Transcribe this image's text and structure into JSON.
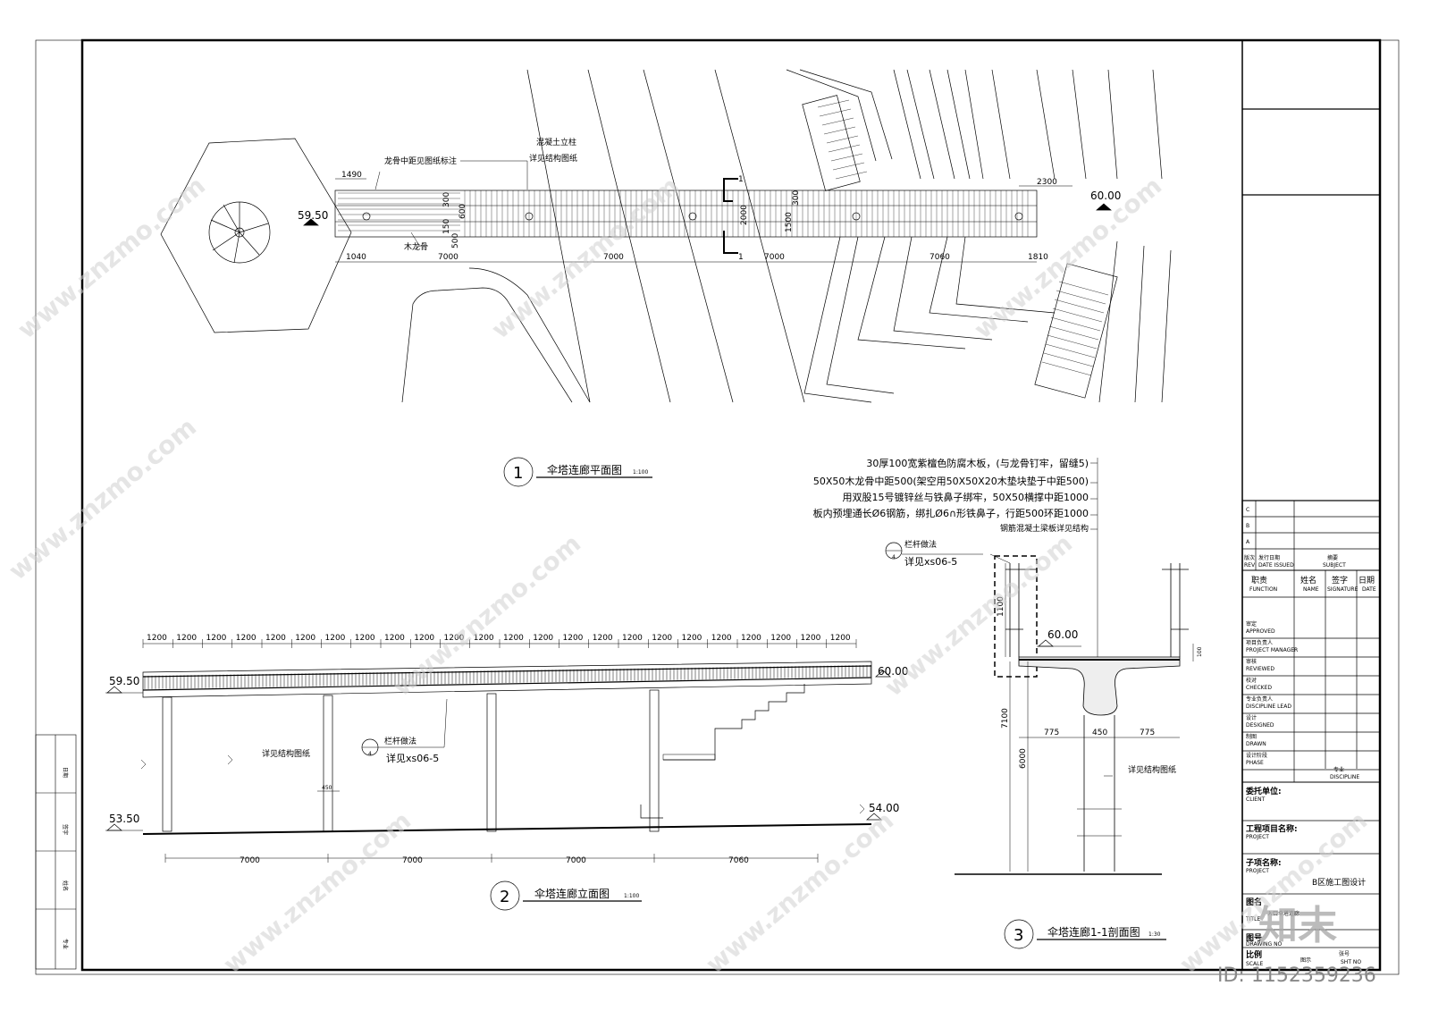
{
  "plan": {
    "label_keel": "龙骨中距见图纸标注",
    "label_column": "混凝土立柱",
    "label_column2": "详见结构图纸",
    "label_wood_keel": "木龙骨",
    "elev_left": "59.50",
    "elev_right": "60.00",
    "dims_top": [
      "1490",
      "2300"
    ],
    "dims_bottom": [
      "1040",
      "7000",
      "7000",
      "7000",
      "7060",
      "1810"
    ],
    "dims_vertical": [
      "2000",
      "1500",
      "300",
      "600",
      "150",
      "500",
      "300"
    ],
    "section_mark": "1",
    "title_no": "1",
    "title": "伞塔连廊平面图",
    "scale": "1:100"
  },
  "elevation": {
    "top_dims": [
      "1200",
      "1200",
      "1200",
      "1200",
      "1200",
      "1200",
      "1200",
      "1200",
      "1200",
      "1200",
      "1200",
      "1200",
      "1200",
      "1200",
      "1200",
      "1200",
      "1200",
      "1200",
      "1200",
      "1200",
      "1200",
      "1200",
      "1200",
      "1200",
      "1200"
    ],
    "elev_top_left": "59.50",
    "elev_top_right": "60.00",
    "elev_bottom_left": "53.50",
    "elev_bottom_right": "54.00",
    "label_struct": "详见结构图纸",
    "label_rail": "栏杆做法",
    "label_rail_ref": "详见xs06-5",
    "detail_no": "4",
    "dim_450": "450",
    "bottom_dims": [
      "7000",
      "7000",
      "7000",
      "7060"
    ],
    "title_no": "2",
    "title": "伞塔连廊立面图",
    "scale": "1:100"
  },
  "section": {
    "notes": [
      "30厚100宽紫檀色防腐木板，(与龙骨钉牢，留缝5)",
      "50X50木龙骨中距500(架空用50X50X20木垫块垫于中距500)",
      "用双股15号镀锌丝与铁鼻子绑牢，50X50横撑中距1000",
      "板内预埋通长Ø6钢筋，绑扎Ø6∩形铁鼻子，行距500环距1000",
      "钢筋混凝土梁板详见结构"
    ],
    "detail_no": "4",
    "label_rail": "栏杆做法",
    "label_rail_ref": "详见xs06-5",
    "elev": "60.00",
    "dims": [
      "1100",
      "100",
      "7100",
      "6000",
      "775",
      "450",
      "775"
    ],
    "label_struct": "详见结构图纸",
    "title_no": "3",
    "title": "伞塔连廊1-1剖面图",
    "scale": "1:30"
  },
  "titleblock": {
    "rev_rows": [
      "C",
      "B",
      "A"
    ],
    "rev_header": [
      "版次",
      "REV",
      "发行日期",
      "DATE ISSUED",
      "摘要",
      "SUBJECT"
    ],
    "duty_header": [
      "职责",
      "FUNCTION",
      "姓名",
      "NAME",
      "签字",
      "SIGNATURE",
      "日期",
      "DATE"
    ],
    "roles": [
      {
        "cn": "审定",
        "en": "APPROVED"
      },
      {
        "cn": "项目负责人",
        "en": "PROJECT MANAGER"
      },
      {
        "cn": "审核",
        "en": "REVIEWED"
      },
      {
        "cn": "校对",
        "en": "CHECKED"
      },
      {
        "cn": "专业负责人",
        "en": "DISCIPLINE LEAD"
      },
      {
        "cn": "设计",
        "en": "DESIGNED"
      },
      {
        "cn": "制图",
        "en": "DRAWN"
      },
      {
        "cn": "设计阶段",
        "en": "PHASE"
      }
    ],
    "discipline_cn": "专业",
    "discipline_en": "DISCIPLINE",
    "client_cn": "委托单位:",
    "client_en": "CLIENT",
    "project_cn": "工程项目名称:",
    "project_en": "PROJECT",
    "subproject_cn": "子项名称:",
    "subproject_en": "PROJECT",
    "subproject_value": "B区施工图设计",
    "title_cn": "图名",
    "title_en": "TITLE",
    "title_value": "入口伞塔连廊",
    "drawing_no_cn": "图号",
    "drawing_no_en": "DRAWING NO",
    "scale_cn": "比例",
    "scale_en": "SCALE",
    "scale_value": "图示",
    "sheet_cn": "张号",
    "sheet_en": "SHT NO"
  },
  "left_strip": [
    "日期",
    "签字",
    "姓名",
    "专业"
  ],
  "watermark": {
    "text": "www.znzmo.com",
    "brand": "知末",
    "id": "ID: 1152359236"
  }
}
